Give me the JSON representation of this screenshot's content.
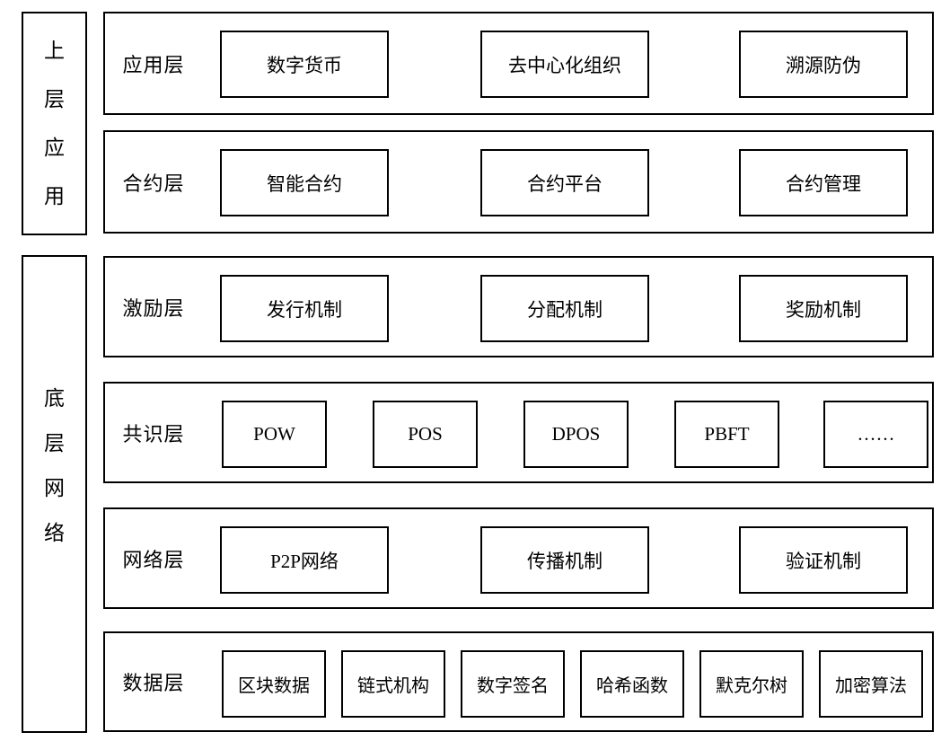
{
  "page": {
    "background_color": "#ffffff",
    "line_color": "#000000"
  },
  "side_labels": [
    {
      "text": "上层应用",
      "chars": [
        "上",
        "层",
        "应",
        "用"
      ],
      "spans_layers": [
        "应用层",
        "合约层"
      ]
    },
    {
      "text": "底层网络",
      "chars": [
        "底",
        "层",
        "网",
        "络"
      ],
      "spans_layers": [
        "激励层",
        "共识层",
        "网络层",
        "数据层"
      ]
    }
  ],
  "layers": [
    {
      "name": "应用层",
      "items": [
        "数字货币",
        "去中心化组织",
        "溯源防伪"
      ]
    },
    {
      "name": "合约层",
      "items": [
        "智能合约",
        "合约平台",
        "合约管理"
      ]
    },
    {
      "name": "激励层",
      "items": [
        "发行机制",
        "分配机制",
        "奖励机制"
      ]
    },
    {
      "name": "共识层",
      "items": [
        "POW",
        "POS",
        "DPOS",
        "PBFT",
        "……"
      ]
    },
    {
      "name": "网络层",
      "items": [
        "P2P网络",
        "传播机制",
        "验证机制"
      ]
    },
    {
      "name": "数据层",
      "items": [
        "区块数据",
        "链式机构",
        "数字签名",
        "哈希函数",
        "默克尔树",
        "加密算法"
      ]
    }
  ]
}
